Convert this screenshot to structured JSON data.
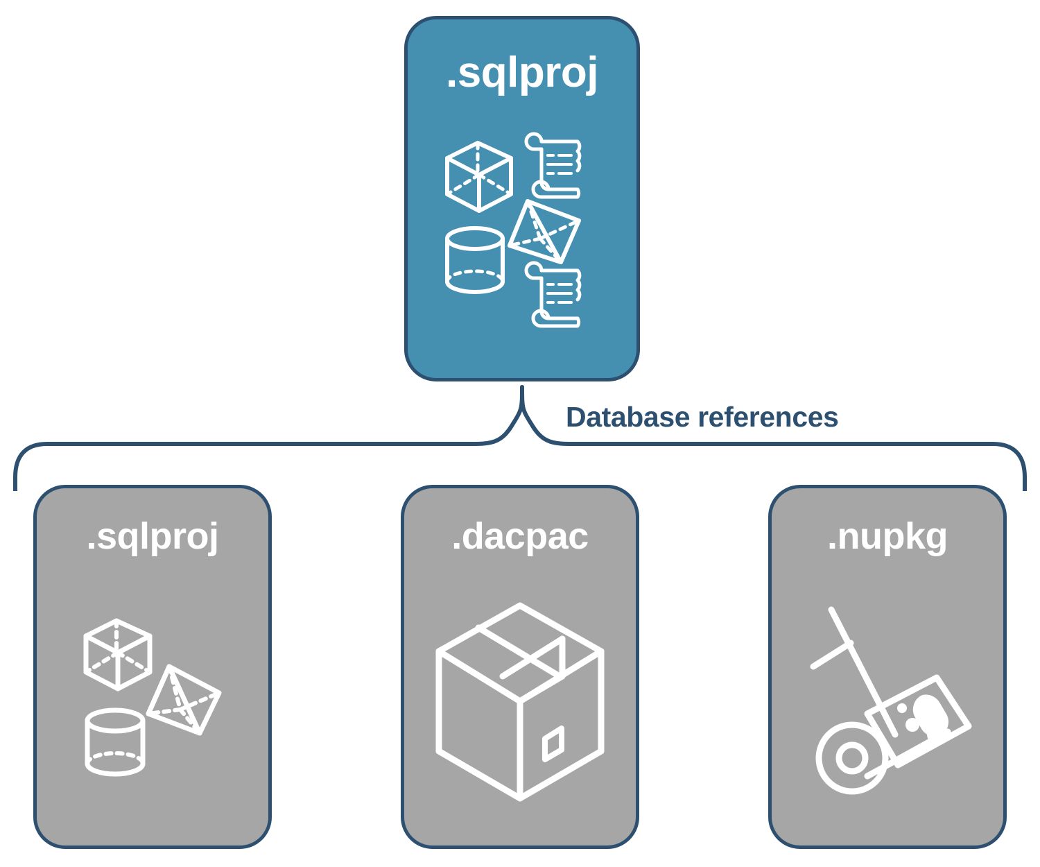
{
  "diagram": {
    "title": "SQL project database references",
    "colors": {
      "primary_fill": "#4590b0",
      "secondary_fill": "#a6a6a6",
      "outline": "#2d5070",
      "icon_stroke": "#ffffff",
      "label_text": "#2d5070",
      "background": "#ffffff"
    },
    "source": {
      "label": ".sqlproj",
      "icon_names": [
        "cube-icon",
        "scroll-icon",
        "pyramid-icon",
        "cylinder-icon",
        "scroll-icon"
      ]
    },
    "connector": {
      "label": "Database references",
      "shape": "curly-brace"
    },
    "targets": [
      {
        "label": ".sqlproj",
        "icon_names": [
          "cube-icon",
          "pyramid-icon",
          "cylinder-icon"
        ]
      },
      {
        "label": ".dacpac",
        "icon_names": [
          "package-box-icon"
        ]
      },
      {
        "label": ".nupkg",
        "icon_names": [
          "hand-truck-icon",
          "nuget-package-icon"
        ]
      }
    ]
  }
}
